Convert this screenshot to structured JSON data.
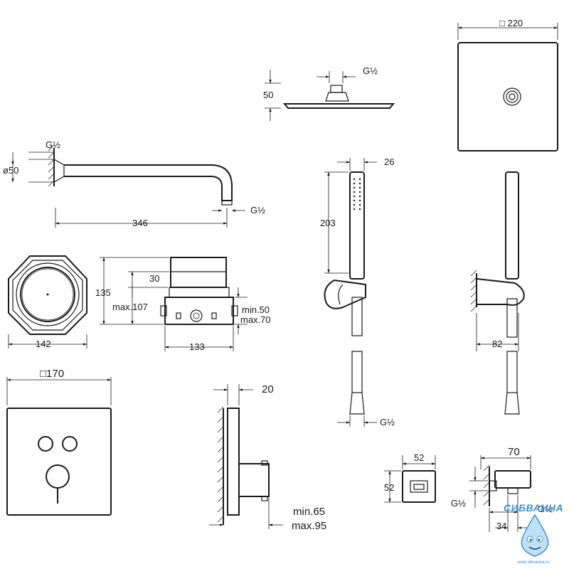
{
  "labels": {
    "g_half": "G½",
    "d_220": "□ 220",
    "d_50_head": "50",
    "d_phi50": "ø50",
    "d_346": "346",
    "d_26": "26",
    "d_203": "203",
    "d_142": "142",
    "d_135": "135",
    "d_30": "30",
    "d_max107": "max.107",
    "d_min50": "min.50",
    "d_max70": "max.70",
    "d_133": "133",
    "d_82": "82",
    "d_170": "□170",
    "d_20": "20",
    "d_min65": "min.65",
    "d_max95": "max.95",
    "d_52_top": "52",
    "d_52_left": "52",
    "d_70": "70",
    "d_34": "34"
  },
  "watermark": {
    "brand": "СИБВАННА",
    "url": "www.sibvanna.ru"
  }
}
